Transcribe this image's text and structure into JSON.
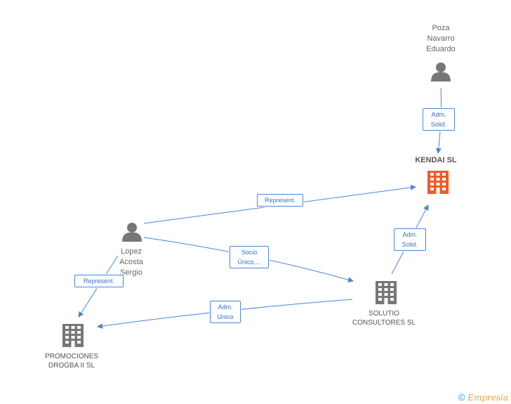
{
  "nodes": {
    "poza": {
      "label_lines": [
        "Poza",
        "Navarro",
        "Eduardo"
      ]
    },
    "kendai": {
      "label": "KENDAI SL"
    },
    "lopez": {
      "label_lines": [
        "Lopez",
        "Acosta",
        "Sergio"
      ]
    },
    "solutio": {
      "label_lines": [
        "SOLUTIO",
        "CONSULTORES SL"
      ]
    },
    "promociones": {
      "label_lines": [
        "PROMOCIONES",
        "DROGBA II SL"
      ]
    }
  },
  "edges": {
    "poza_kendai": {
      "lines": [
        "Adm.",
        "Solid."
      ]
    },
    "lopez_kendai": {
      "lines": [
        "Represent."
      ]
    },
    "solutio_kendai": {
      "lines": [
        "Adm.",
        "Solid."
      ]
    },
    "lopez_solutio": {
      "lines": [
        "Socio",
        "Único,..."
      ]
    },
    "lopez_promociones": {
      "lines": [
        "Represent."
      ]
    },
    "solutio_promociones": {
      "lines": [
        "Adm.",
        "Unico"
      ]
    }
  },
  "footer": {
    "copyright_symbol": "©",
    "brand_first": "E",
    "brand_rest": "mpresia"
  },
  "colors": {
    "edge": "#4a86d8",
    "person_icon": "#777777",
    "company_icon": "#777777",
    "main_company_icon": "#f05a28"
  }
}
